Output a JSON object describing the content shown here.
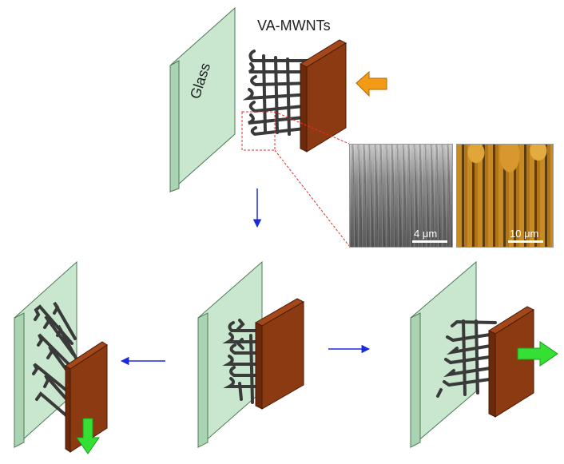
{
  "labels": {
    "title": "VA-MWNTs",
    "glass": "Glass"
  },
  "micrographs": {
    "left_scale": "4 μm",
    "right_scale": "10 μm"
  },
  "colors": {
    "glass_face": "#c9e6cf",
    "glass_edge": "#a9d3b1",
    "glass_stroke": "#4f7a57",
    "plate_face": "#8b3a12",
    "plate_edge": "#6b2a0c",
    "nanotube": "#3a3a3a",
    "press_arrow": "#f39a16",
    "pull_arrow": "#33e033",
    "flow_arrow": "#1a2ad8",
    "zoom_box": "#e23030"
  }
}
